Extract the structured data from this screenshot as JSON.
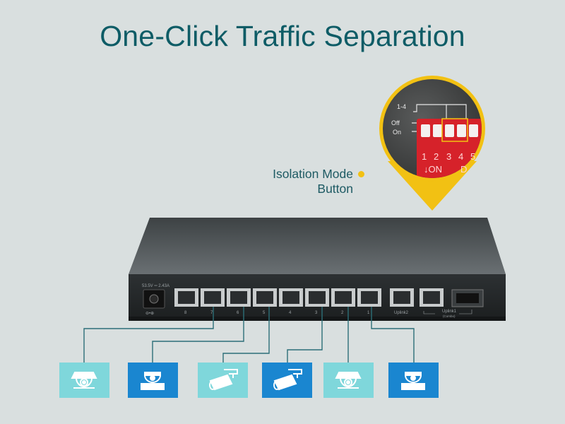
{
  "title": "One-Click Traffic Separation",
  "callout": {
    "line1": "Isolation Mode",
    "line2": "Button"
  },
  "dip_switch": {
    "labels": [
      "1-4",
      "Off",
      "On"
    ],
    "numbers": [
      "1",
      "2",
      "3",
      "4",
      "5"
    ],
    "bottom_text": [
      "↓ON",
      "D"
    ]
  },
  "switch_panel": {
    "power_label": "53.5V ═ 2.43A",
    "power_symbol": "⊖•⊕",
    "port_labels": [
      "8",
      "7",
      "6",
      "5",
      "4",
      "3",
      "2",
      "1",
      "Uplink2",
      "Uplink1"
    ],
    "sfp_sub_label": "(Combo)"
  },
  "cameras": [
    {
      "type": "dome",
      "color": "#7fd7db"
    },
    {
      "type": "mini-dome",
      "color": "#1a86d0"
    },
    {
      "type": "bullet",
      "color": "#7fd7db"
    },
    {
      "type": "bullet",
      "color": "#1a86d0"
    },
    {
      "type": "dome",
      "color": "#7fd7db"
    },
    {
      "type": "mini-dome",
      "color": "#1a86d0"
    }
  ],
  "colors": {
    "background": "#d9dfdf",
    "title": "#0e5c66",
    "accent_yellow": "#f2c113",
    "tile_light": "#7fd7db",
    "tile_dark": "#1a86d0",
    "connector": "#2c6f78"
  }
}
